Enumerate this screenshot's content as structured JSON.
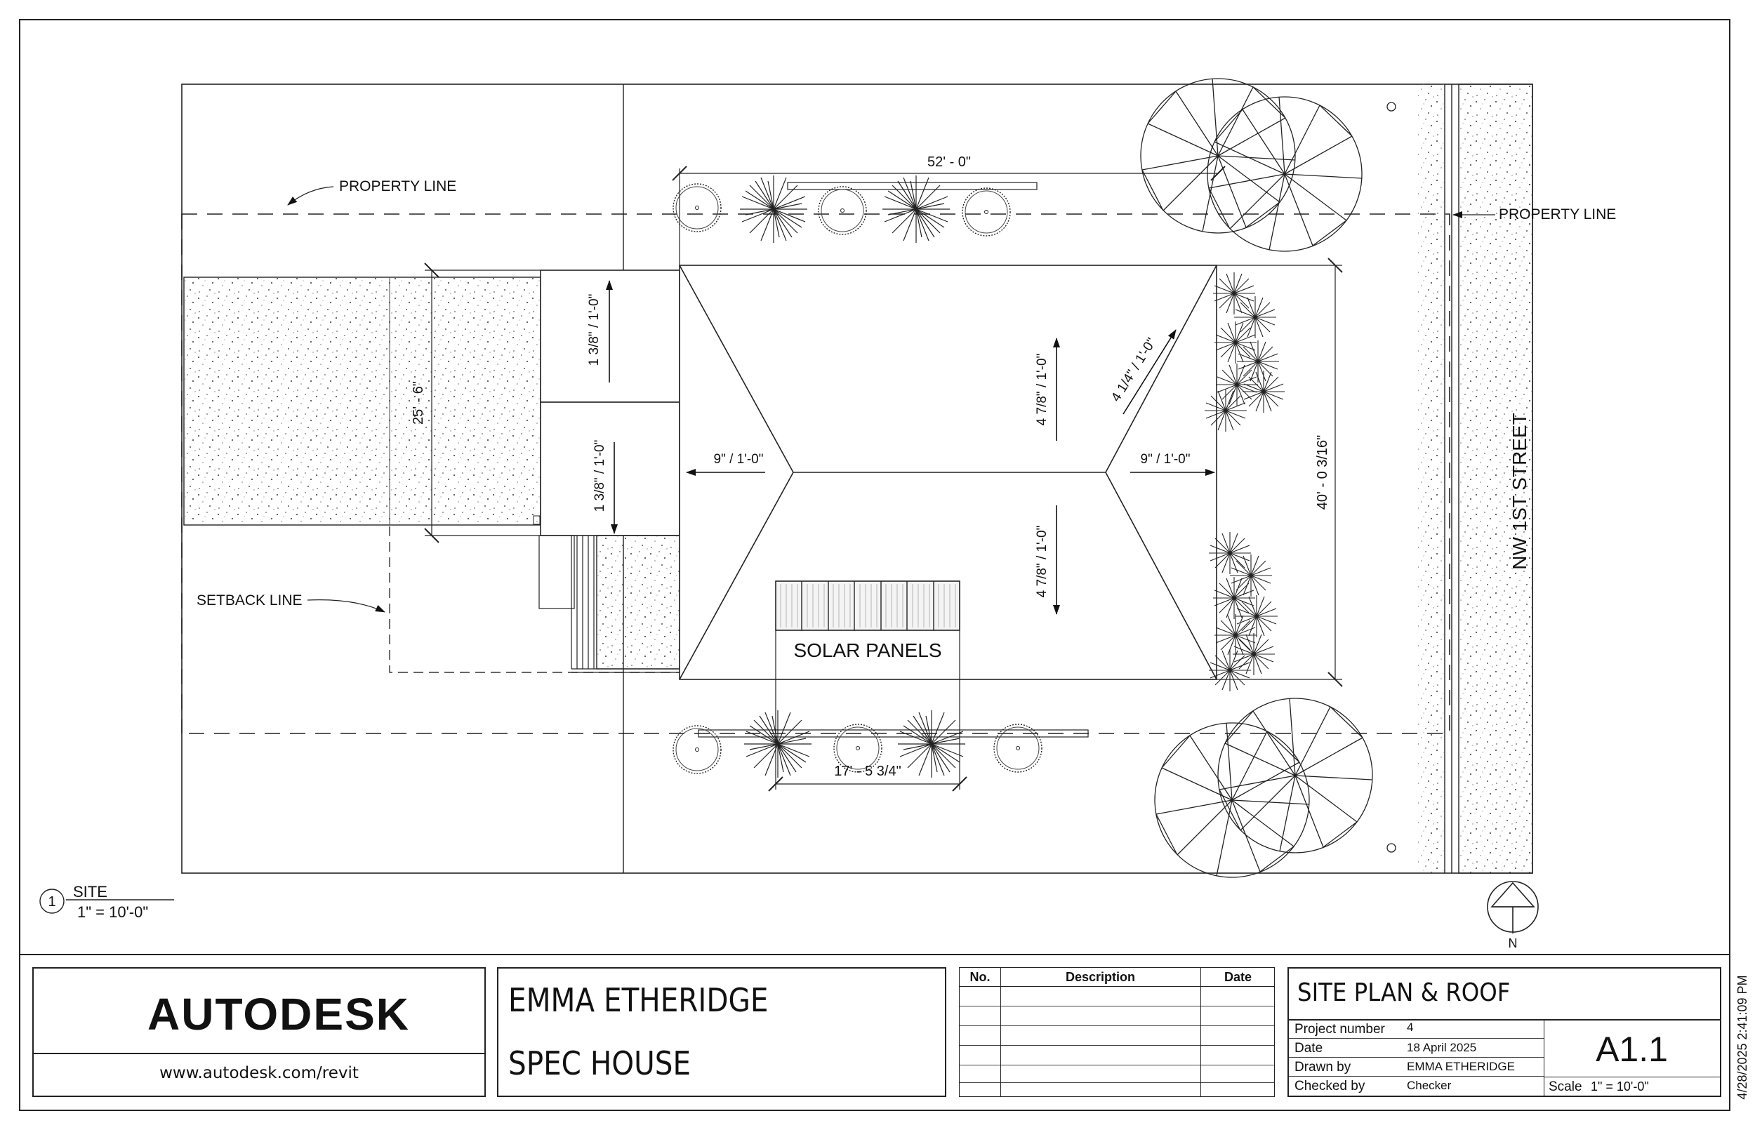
{
  "drawing": {
    "dimensions": {
      "top_width": "52' - 0\"",
      "left_depth": "25' - 6\"",
      "right_depth": "40' - 0 3/16\"",
      "bottom_width": "17' - 5 3/4\""
    },
    "slopes": {
      "upper_small": "1 3/8\" / 1'-0\"",
      "lower_small": "1 3/8\" / 1'-0\"",
      "left_hip": "9\" / 1'-0\"",
      "right_hip": "9\" / 1'-0\"",
      "ridge_up": "4 7/8\" / 1'-0\"",
      "ridge_down": "4 7/8\" / 1'-0\"",
      "diagonal": "4 1/4\" / 1'-0\""
    },
    "labels": {
      "property_line_left": "PROPERTY LINE",
      "property_line_right": "PROPERTY LINE",
      "setback_line": "SETBACK LINE",
      "solar_panels": "SOLAR PANELS",
      "street": "NW 1ST STREET",
      "north": "N"
    },
    "view": {
      "number": "1",
      "name": "SITE",
      "scale": "1\" = 10'-0\""
    }
  },
  "title_block": {
    "brand": "AUTODESK",
    "brand_url": "www.autodesk.com/revit",
    "project_name_1": "EMMA ETHERIDGE",
    "project_name_2": "SPEC HOUSE",
    "revisions": {
      "headers": [
        "No.",
        "Description",
        "Date"
      ]
    },
    "sheet_title": "SITE PLAN & ROOF",
    "fields": [
      {
        "label": "Project number",
        "value": "4"
      },
      {
        "label": "Date",
        "value": "18 April 2025"
      },
      {
        "label": "Drawn by",
        "value": "EMMA ETHERIDGE"
      },
      {
        "label": "Checked by",
        "value": "Checker"
      }
    ],
    "sheet_number": "A1.1",
    "scale_label": "Scale",
    "scale_value": "1\" = 10'-0\"",
    "timestamp": "4/28/2025 2:41:09 PM"
  }
}
